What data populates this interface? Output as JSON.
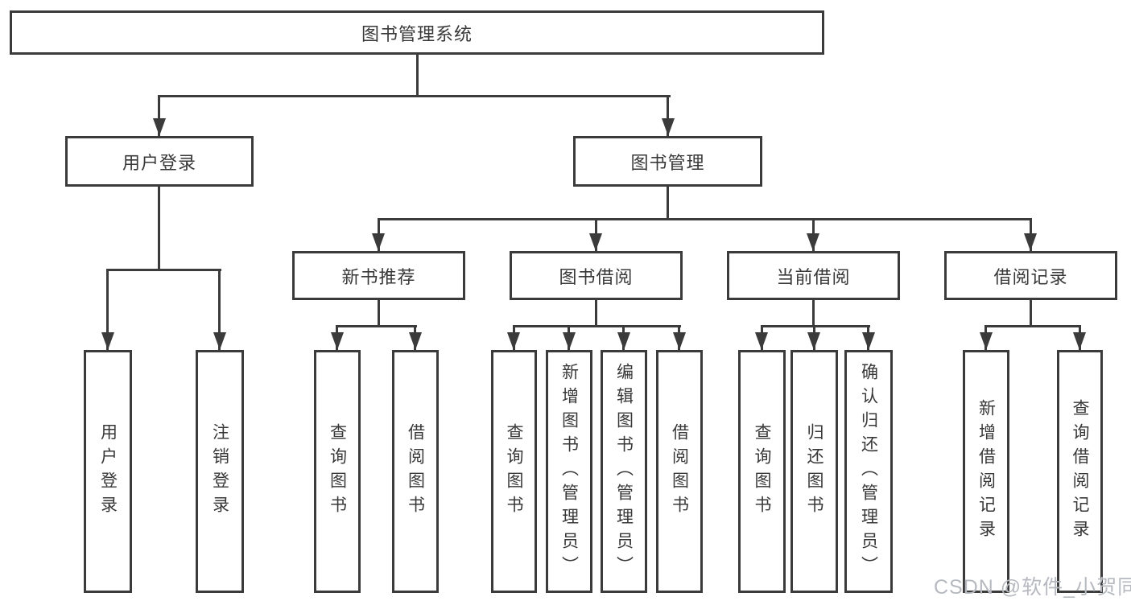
{
  "tree": {
    "root": {
      "label": "图书管理系统",
      "children": [
        {
          "label": "用户登录",
          "children": [
            {
              "label": "用户登录"
            },
            {
              "label": "注销登录"
            }
          ]
        },
        {
          "label": "图书管理",
          "children": [
            {
              "label": "新书推荐",
              "children": [
                {
                  "label": "查询图书"
                },
                {
                  "label": "借阅图书"
                }
              ]
            },
            {
              "label": "图书借阅",
              "children": [
                {
                  "label": "查询图书"
                },
                {
                  "label": "新增图书（管理员）"
                },
                {
                  "label": "编辑图书（管理员）"
                },
                {
                  "label": "借阅图书"
                }
              ]
            },
            {
              "label": "当前借阅",
              "children": [
                {
                  "label": "查询图书"
                },
                {
                  "label": "归还图书"
                },
                {
                  "label": "确认归还（管理员）"
                }
              ]
            },
            {
              "label": "借阅记录",
              "children": [
                {
                  "label": "新增借阅记录"
                },
                {
                  "label": "查询借阅记录"
                }
              ]
            }
          ]
        }
      ]
    }
  },
  "watermark": {
    "text": "CSDN @软件_小贺同学"
  },
  "colors": {
    "line": "#3b3b3b",
    "text": "#383838",
    "watermark": "#b6bac0",
    "background": "#ffffff"
  }
}
